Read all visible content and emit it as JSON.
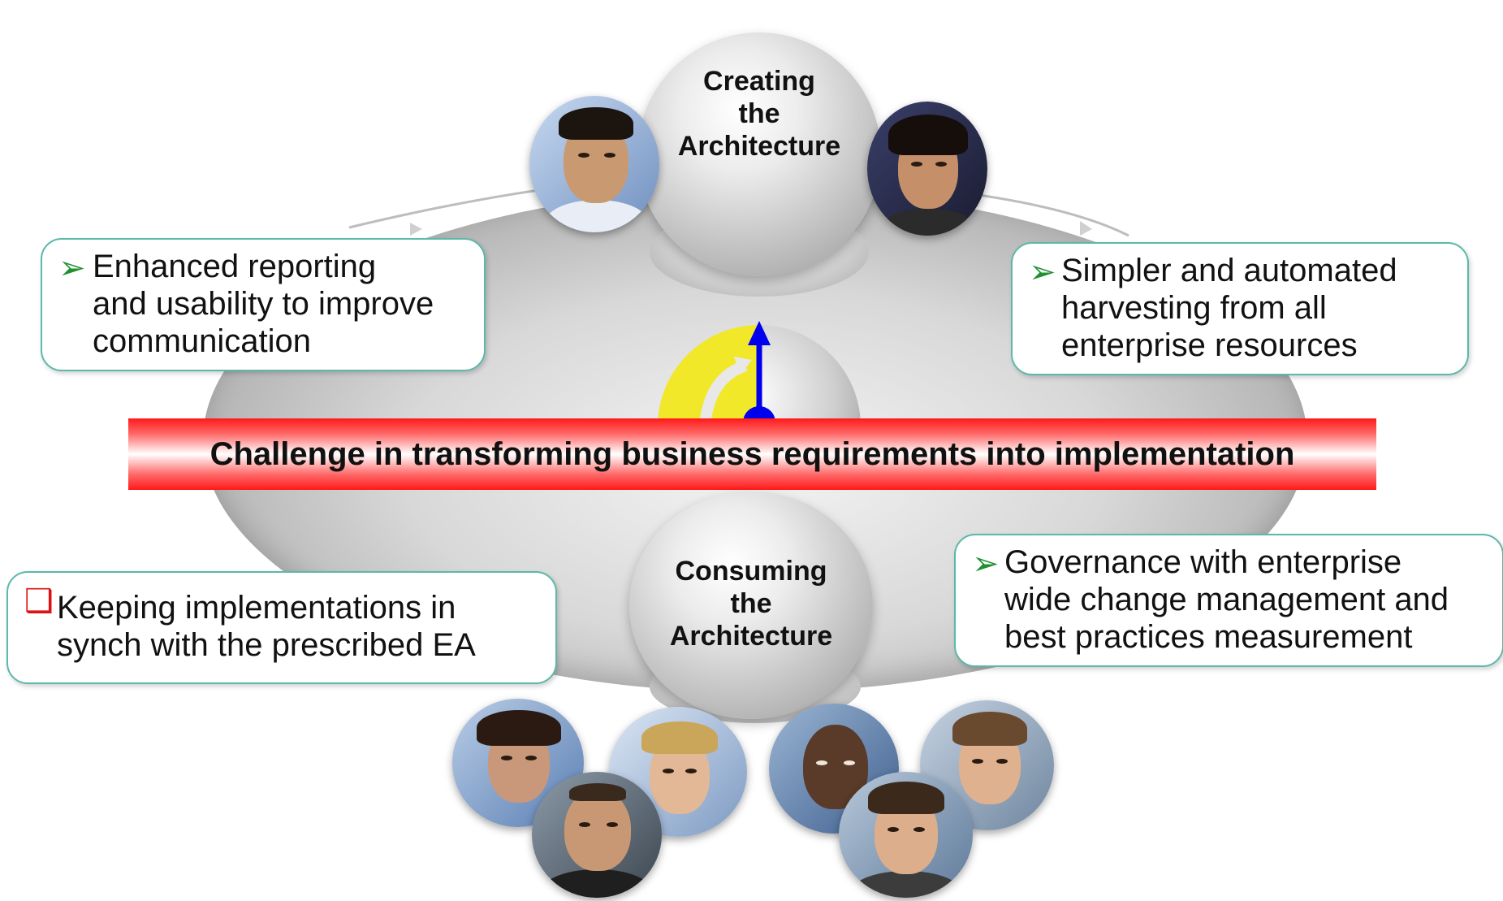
{
  "top_sphere": {
    "line1": "Creating",
    "line2": "the",
    "line3": "Architecture"
  },
  "bottom_sphere": {
    "line1": "Consuming",
    "line2": "the",
    "line3": "Architecture"
  },
  "banner": {
    "text": "Challenge in transforming business requirements into implementation"
  },
  "callouts": {
    "top_left": {
      "bullet": "➢",
      "bullet_color": "#1f8f2f",
      "text": "Enhanced reporting\nand usability to improve\ncommunication"
    },
    "top_right": {
      "bullet": "➢",
      "bullet_color": "#1f8f2f",
      "text": "Simpler and automated\nharvesting from all\nenterprise resources"
    },
    "bottom_left": {
      "bullet": "❑",
      "bullet_color": "#e01010",
      "text": "Keeping implementations in\nsynch with the prescribed EA"
    },
    "bottom_right": {
      "bullet": "➢",
      "bullet_color": "#1f8f2f",
      "text": "Governance with enterprise\nwide change management and\nbest practices measurement"
    }
  },
  "icons": {
    "gauge": "gauge-icon",
    "pointer_color": "#0000ee",
    "gauge_fill_color": "#f2e82a",
    "banner_color": "#ff1a1a",
    "callout_border_color": "#5cb8a9"
  }
}
